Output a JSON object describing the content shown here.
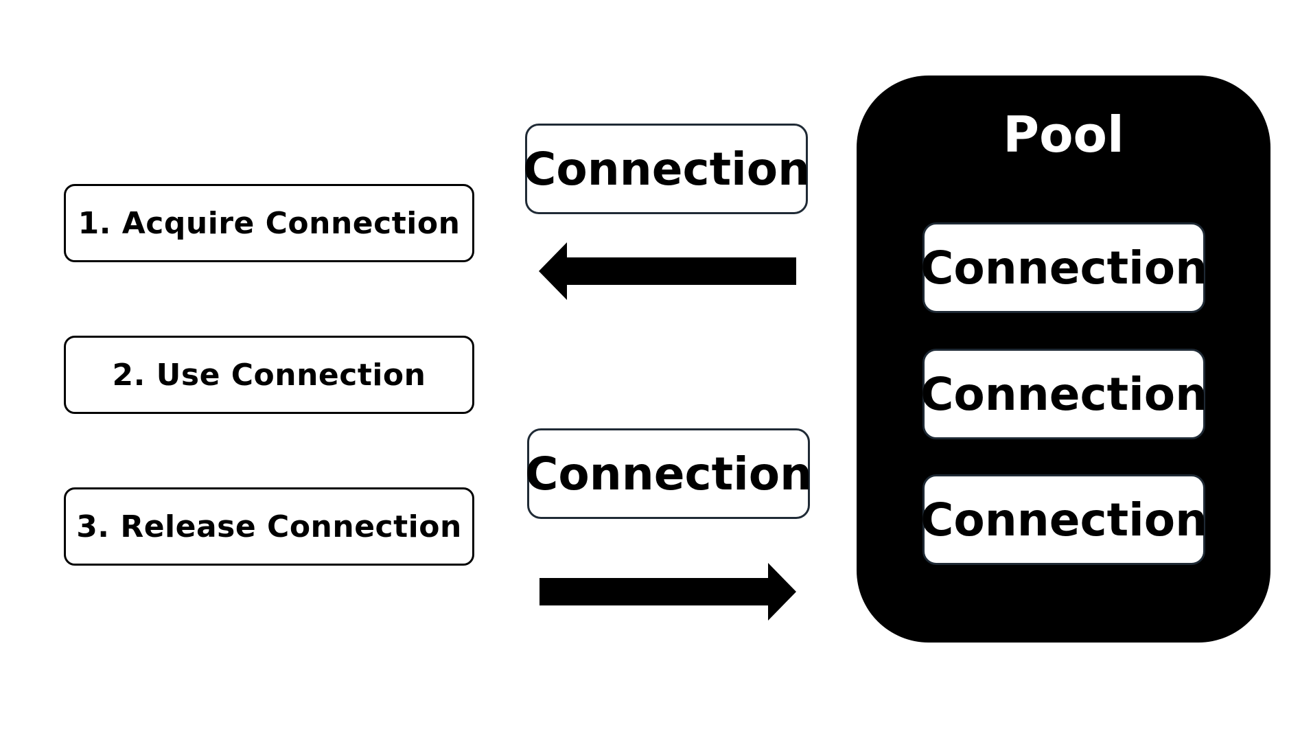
{
  "steps": [
    {
      "label": "1. Acquire Connection"
    },
    {
      "label": "2. Use Connection"
    },
    {
      "label": "3. Release Connection"
    }
  ],
  "acquired_connection": {
    "label": "Connection"
  },
  "released_connection": {
    "label": "Connection"
  },
  "pool": {
    "title": "Pool",
    "connections": [
      {
        "label": "Connection"
      },
      {
        "label": "Connection"
      },
      {
        "label": "Connection"
      }
    ]
  },
  "arrows": {
    "acquire": {
      "direction": "left",
      "color": "#000000"
    },
    "release": {
      "direction": "right",
      "color": "#000000"
    }
  }
}
